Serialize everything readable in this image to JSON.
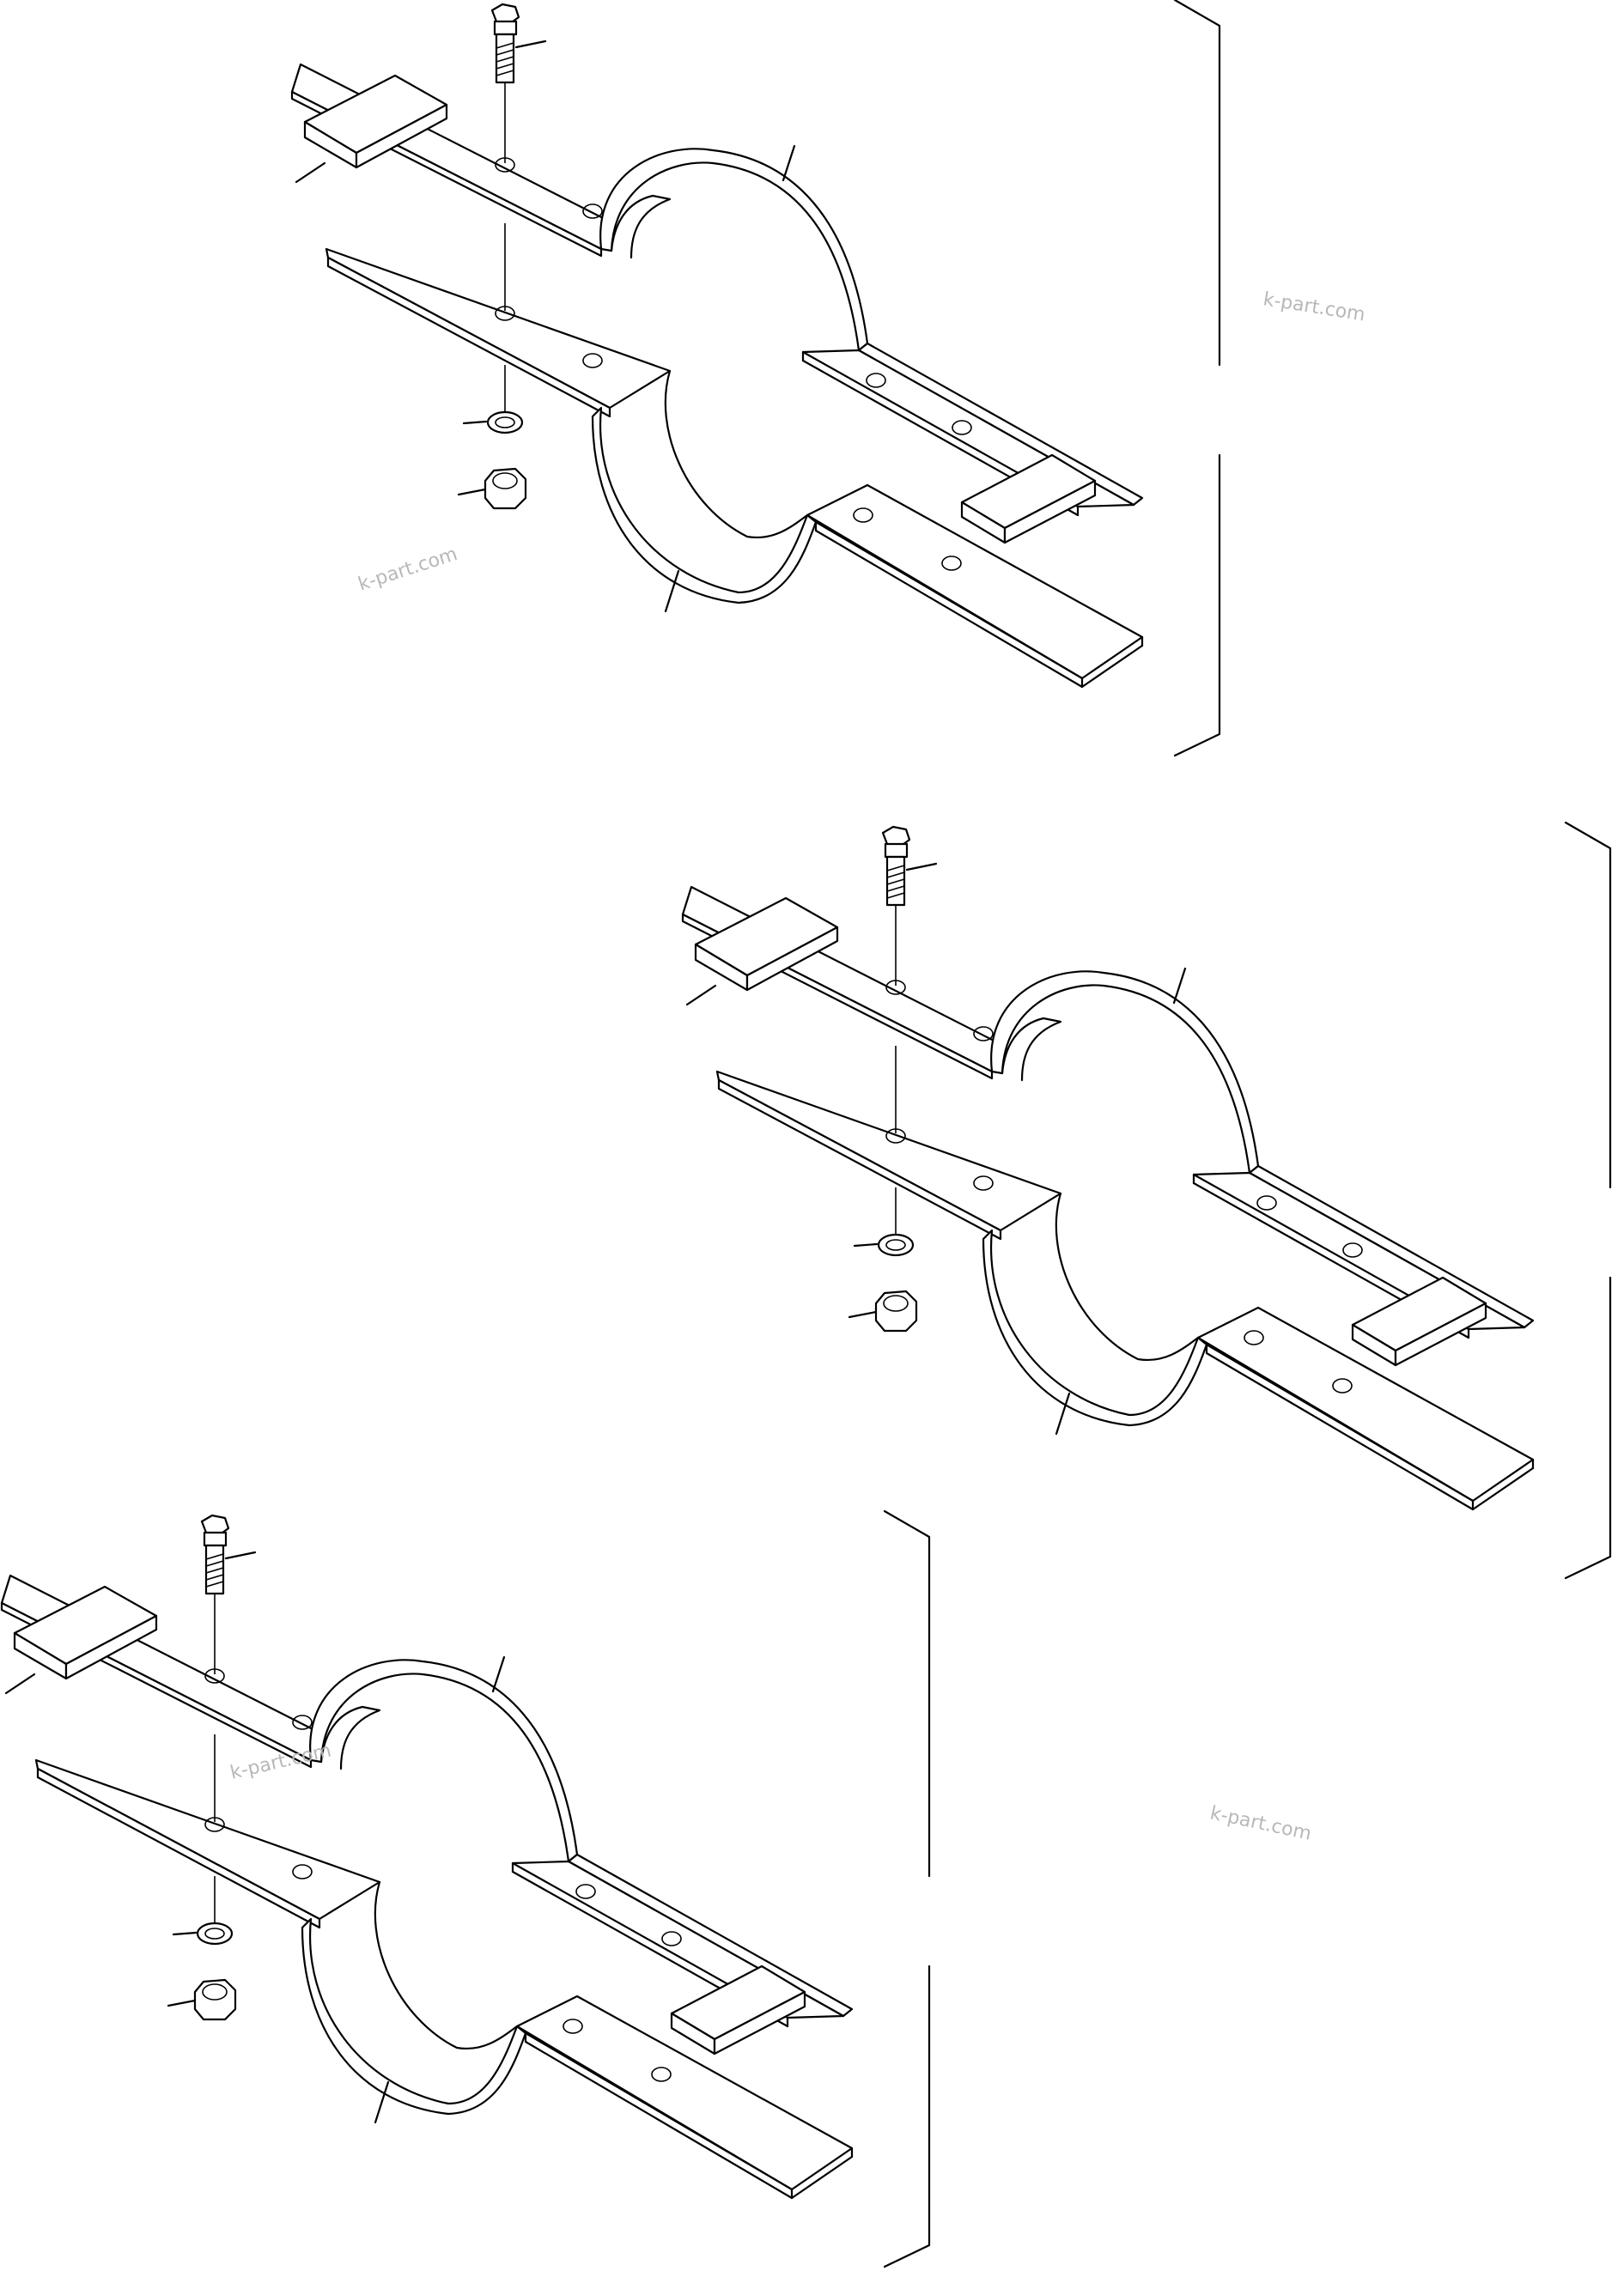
{
  "watermark": {
    "text_1": "k-part.com",
    "text_2": "k-part.com",
    "text_3": "k-part.com",
    "text_4": "k-part.com"
  },
  "assemblies": [
    {
      "name": "clamp-assembly-top",
      "parts": [
        "bolt",
        "upper-clamp-band",
        "lower-clamp-band",
        "rubber-pad-left",
        "rubber-pad-right",
        "washer",
        "nut"
      ]
    },
    {
      "name": "clamp-assembly-middle",
      "parts": [
        "bolt",
        "upper-clamp-band",
        "lower-clamp-band",
        "rubber-pad-left",
        "rubber-pad-right",
        "washer",
        "nut"
      ]
    },
    {
      "name": "clamp-assembly-bottom",
      "parts": [
        "bolt",
        "upper-clamp-band",
        "lower-clamp-band",
        "rubber-pad-left",
        "rubber-pad-right",
        "washer",
        "nut"
      ]
    }
  ]
}
